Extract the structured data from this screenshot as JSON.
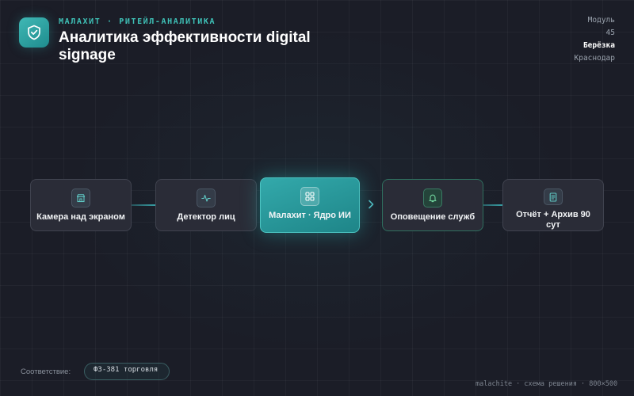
{
  "header": {
    "kicker": "МАЛАХИТ · РИТЕЙЛ-АНАЛИТИКА",
    "title": "Аналитика эффективности digital signage",
    "logo_icon": "shield-check-icon"
  },
  "meta": {
    "module_label": "Модуль",
    "module_number": "45",
    "site": "Берёзка",
    "city": "Краснодар"
  },
  "flow": {
    "nodes": [
      {
        "id": "camera",
        "label": "Камера над экраном",
        "icon": "store-icon"
      },
      {
        "id": "detector",
        "label": "Детектор лиц",
        "icon": "pulse-icon"
      },
      {
        "id": "core",
        "label": "Малахит · Ядро ИИ",
        "icon": "grid-icon"
      },
      {
        "id": "notify",
        "label": "Оповещение служб",
        "icon": "bell-icon"
      },
      {
        "id": "report",
        "label": "Отчёт + Архив 90 сут",
        "icon": "document-icon"
      }
    ]
  },
  "compliance": {
    "label": "Соответствие:",
    "value": "ФЗ-381 торговля"
  },
  "footer": {
    "text": "malachite · схема решения · 800×500"
  },
  "colors": {
    "background": "#1b1d27",
    "accent": "#2ea8aa",
    "accent_text": "#3fc2b8",
    "node_bg": "#2a2c37",
    "notify_border": "#2f6f5f"
  }
}
